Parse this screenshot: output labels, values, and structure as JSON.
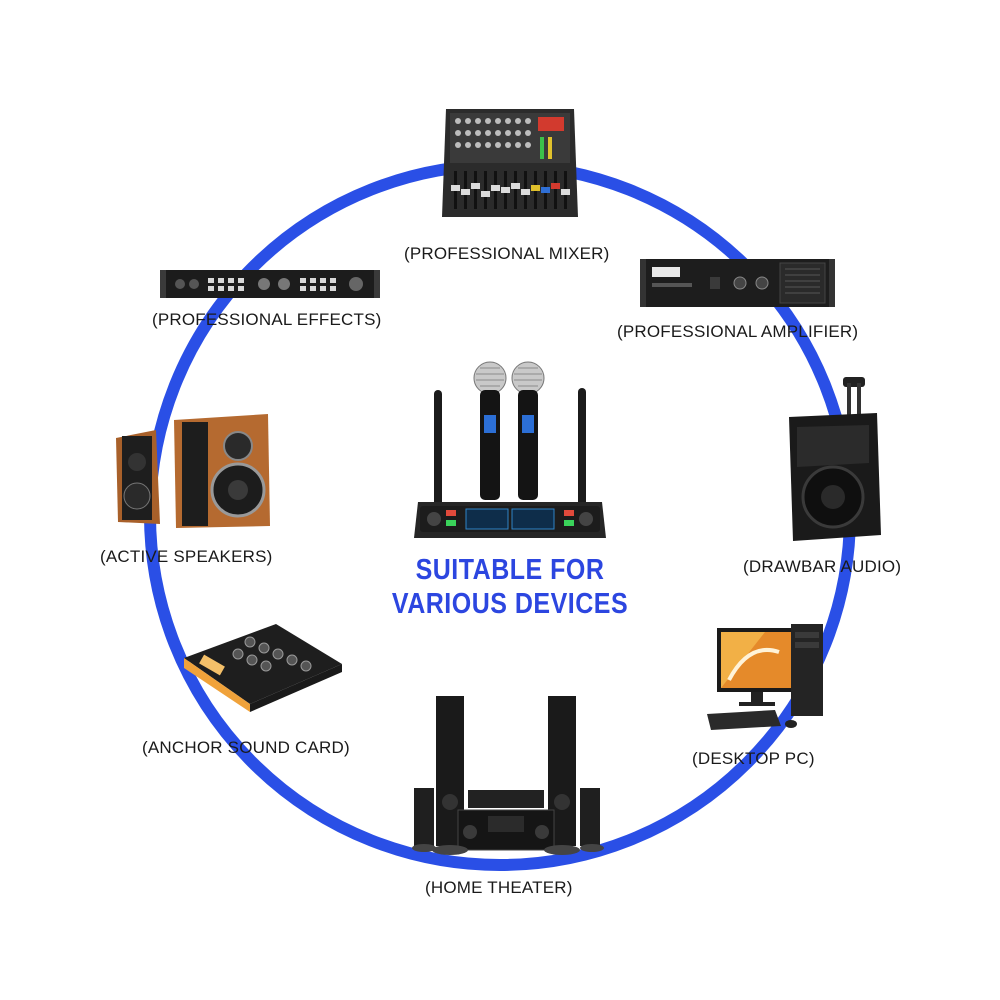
{
  "headline": {
    "line1": "SUITABLE FOR",
    "line2": "VARIOUS DEVICES"
  },
  "devices": [
    {
      "id": "mixer",
      "label": "(PROFESSIONAL MIXER)",
      "icon": "mixer-icon"
    },
    {
      "id": "amplifier",
      "label": "(PROFESSIONAL AMPLIFIER)",
      "icon": "amplifier-icon"
    },
    {
      "id": "drawbar",
      "label": "(DRAWBAR AUDIO)",
      "icon": "drawbar-speaker-icon"
    },
    {
      "id": "desktop",
      "label": "(DESKTOP PC)",
      "icon": "desktop-pc-icon"
    },
    {
      "id": "home_theater",
      "label": "(HOME THEATER)",
      "icon": "home-theater-icon"
    },
    {
      "id": "sound_card",
      "label": "(ANCHOR SOUND CARD)",
      "icon": "sound-card-icon"
    },
    {
      "id": "speakers",
      "label": "(ACTIVE SPEAKERS)",
      "icon": "active-speakers-icon"
    },
    {
      "id": "effects",
      "label": "(PROFESSIONAL EFFECTS)",
      "icon": "effects-unit-icon"
    }
  ],
  "colors": {
    "ring": "#2a4fe6",
    "headline": "#2c46e0"
  }
}
